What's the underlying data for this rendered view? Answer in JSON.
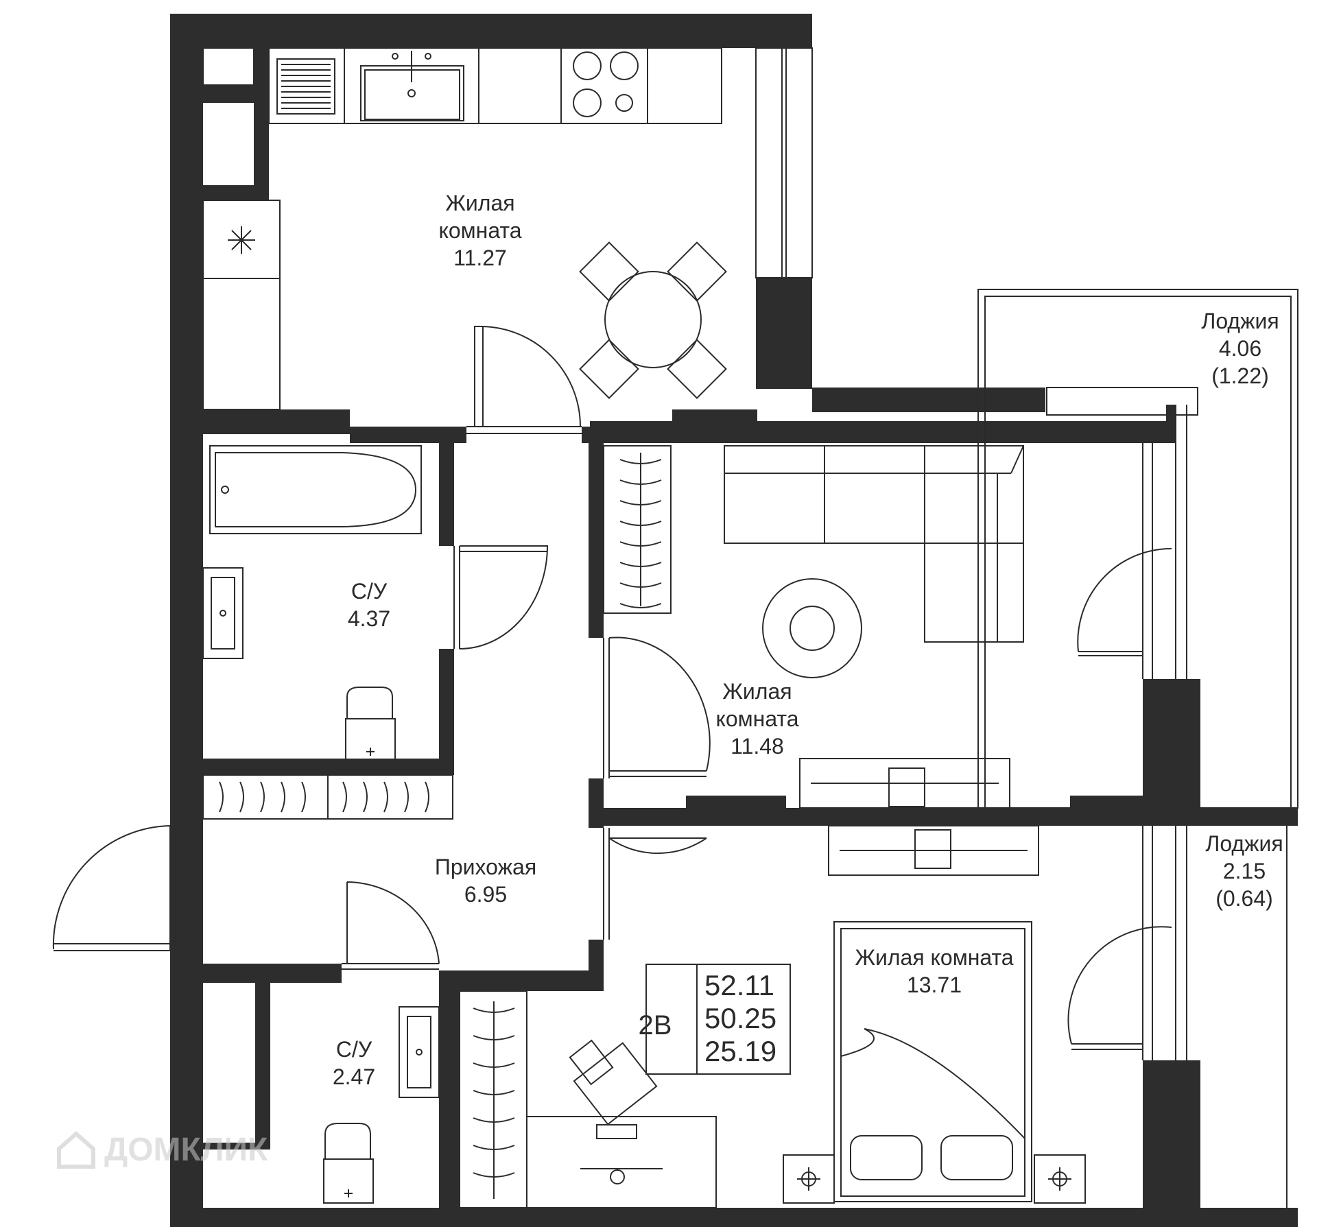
{
  "rooms": {
    "kitchen_living": {
      "name_line1": "Жилая",
      "name_line2": "комната",
      "area": "11.27"
    },
    "loggia_top": {
      "name": "Лоджия",
      "area": "4.06",
      "area_reduced": "(1.22)"
    },
    "bathroom_main": {
      "name": "С/У",
      "area": "4.37"
    },
    "living_room": {
      "name_line1": "Жилая",
      "name_line2": "комната",
      "area": "11.48"
    },
    "hallway": {
      "name": "Прихожая",
      "area": "6.95"
    },
    "loggia_bottom": {
      "name": "Лоджия",
      "area": "2.15",
      "area_reduced": "(0.64)"
    },
    "bedroom": {
      "name": "Жилая комната",
      "area": "13.71"
    },
    "bathroom_small": {
      "name": "С/У",
      "area": "2.47"
    }
  },
  "summary": {
    "type": "2В",
    "total_area": "52.11",
    "area_without_loggia": "50.25",
    "living_area": "25.19"
  },
  "watermark": {
    "text": "ДОМКЛИК"
  },
  "colors": {
    "wall": "#2d2d2d",
    "line": "#2b2b2b",
    "background": "#ffffff"
  }
}
